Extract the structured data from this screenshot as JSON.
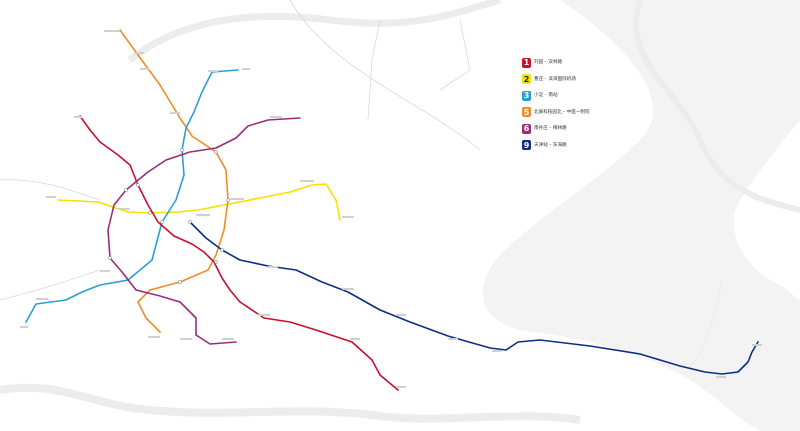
{
  "map": {
    "colors": {
      "background": "#ffffff",
      "region_fill": "#f3f3f3",
      "river": "#ececec",
      "road": "#d9d9d9",
      "dashed": "#dfe8a8"
    },
    "legend": {
      "items": [
        {
          "number": "1",
          "name": "刘园 – 双林路",
          "sub": "",
          "color": "#c8102e"
        },
        {
          "number": "2",
          "name": "曹庄 – 滨海国际机场",
          "sub": "",
          "color": "#f5e000"
        },
        {
          "number": "3",
          "name": "小淀 – 南站",
          "sub": "",
          "color": "#2a9fd6"
        },
        {
          "number": "5",
          "name": "北辰科技园北 – 中医一附院",
          "sub": "",
          "color": "#f28c28"
        },
        {
          "number": "6",
          "name": "南孙庄 – 梅林路",
          "sub": "",
          "color": "#9b2c7a"
        },
        {
          "number": "9",
          "name": "天津站 – 东海路",
          "sub": "",
          "color": "#0c2f85"
        }
      ]
    }
  }
}
